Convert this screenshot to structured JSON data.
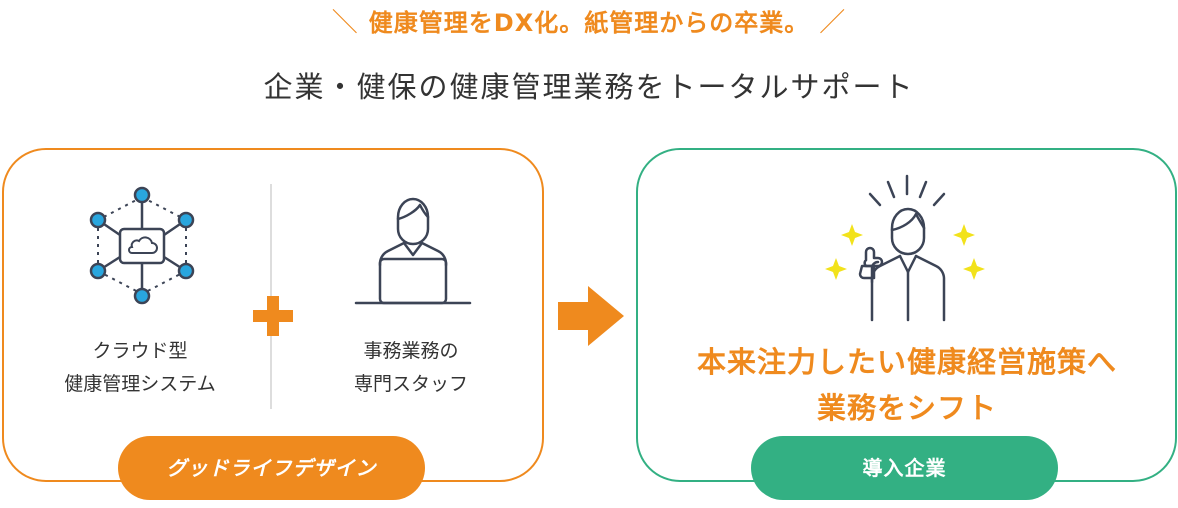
{
  "tagline": {
    "text": "健康管理をDX化。紙管理からの卒業。",
    "left_mark": "＼",
    "right_mark": "／"
  },
  "subtitle": "企業・健保の健康管理業務をトータルサポート",
  "left_panel": {
    "item1_line1": "クラウド型",
    "item1_line2": "健康管理システム",
    "item2_line1": "事務業務の",
    "item2_line2": "専門スタッフ",
    "pill": "グッドライフデザイン"
  },
  "right_panel": {
    "result_line1": "本来注力したい健康経営施策へ",
    "result_line2": "業務をシフト",
    "pill": "導入企業"
  },
  "icons": {
    "cloud_network": "cloud-network-icon",
    "staff": "staff-at-laptop-icon",
    "happy_person": "thumbs-up-person-icon",
    "plus": "plus-icon",
    "arrow": "arrow-right-icon"
  },
  "colors": {
    "orange": "#ef8a1e",
    "green": "#33b083",
    "icon_blue": "#29a6de",
    "icon_line": "#3c4456",
    "sparkle": "#f2e21b"
  }
}
